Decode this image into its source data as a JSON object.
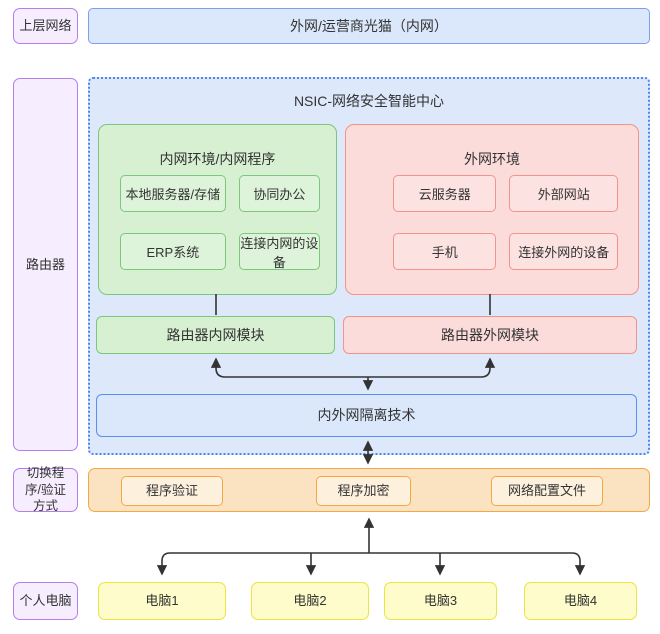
{
  "diagram_title": "NSIC-网络安全智能中心",
  "colors": {
    "purple_bg": "#f6eefe",
    "purple_border": "#b37feb",
    "blue_bg": "#dbe8fc",
    "blue_border": "#7d9ff0",
    "nsic_bg": "#dde8fb",
    "blue_dash_border": "#4e86f0",
    "blue_strong_border": "#5c8df0",
    "green_bg": "#d7f0d2",
    "green_border": "#7cc77c",
    "green_inner_bg": "#def4da",
    "red_bg": "#fbdcda",
    "red_border": "#f2948a",
    "red_inner_bg": "#fce2e0",
    "orange_bg": "#fbe3c2",
    "orange_border": "#f3a844",
    "orange_inner_bg": "#fdf1de",
    "yellow_bg": "#fdfcca",
    "yellow_border": "#ece43f",
    "line": "#333333"
  },
  "top_row": {
    "label": "上层网络",
    "box": "外网/运营商光猫（内网）"
  },
  "router_section": {
    "label": "路由器",
    "nsic_title": "NSIC-网络安全智能中心",
    "intranet": {
      "title": "内网环境/内网程序",
      "items": [
        "本地服务器/存储",
        "协同办公",
        "ERP系统",
        "连接内网的设备"
      ],
      "module": "路由器内网模块"
    },
    "extranet": {
      "title": "外网环境",
      "items": [
        "云服务器",
        "外部网站",
        "手机",
        "连接外网的设备"
      ],
      "module": "路由器外网模块"
    },
    "isolation": "内外网隔离技术"
  },
  "switch_section": {
    "label": "切换程序/验证方式",
    "items": [
      "程序验证",
      "程序加密",
      "网络配置文件"
    ]
  },
  "pc_section": {
    "label": "个人电脑",
    "items": [
      "电脑1",
      "电脑2",
      "电脑3",
      "电脑4"
    ]
  }
}
